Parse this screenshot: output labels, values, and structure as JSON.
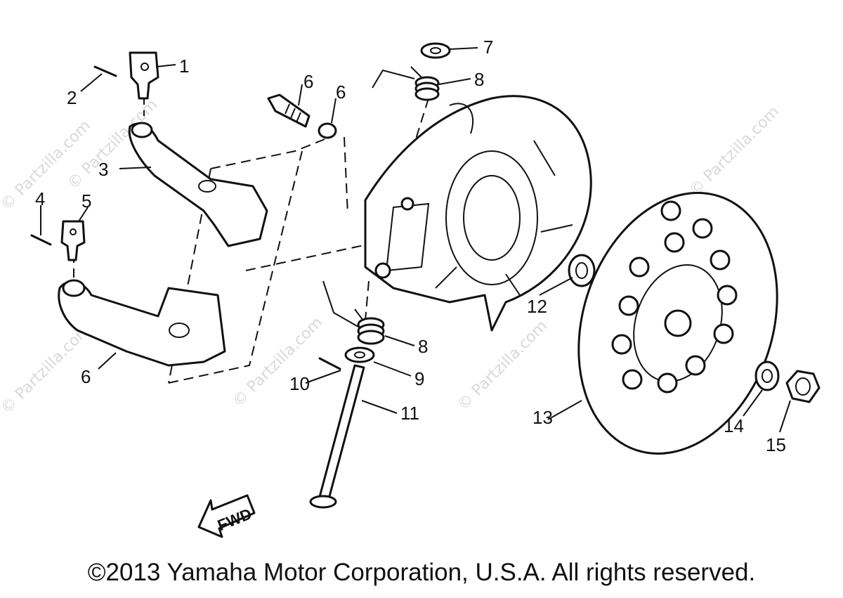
{
  "watermark": "© Partzilla.com",
  "fwd_label": "FWD",
  "copyright": "©2013 Yamaha Motor Corporation, U.S.A. All rights reserved.",
  "callouts": [
    "1",
    "2",
    "3",
    "4",
    "5",
    "6",
    "6",
    "6",
    "7",
    "8",
    "8",
    "9",
    "10",
    "11",
    "12",
    "13",
    "14",
    "15"
  ]
}
